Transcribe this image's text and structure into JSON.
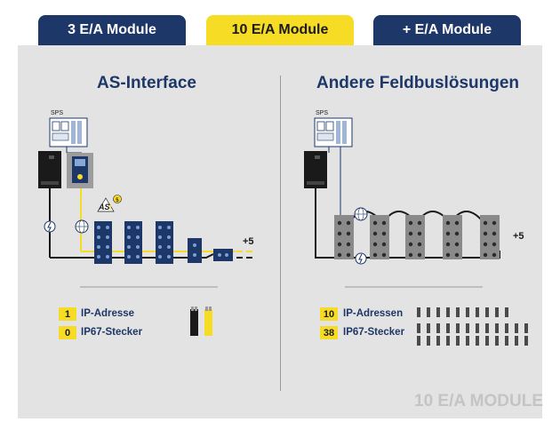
{
  "tabs": [
    {
      "label": "3 E/A Module",
      "active": false
    },
    {
      "label": "10 E/A Module",
      "active": true
    },
    {
      "label": "+ E/A Module",
      "active": false
    }
  ],
  "left": {
    "title": "AS-Interface",
    "sps_label": "SPS",
    "plus_label": "+5",
    "stats": [
      {
        "count": "1",
        "label": "IP-Adresse"
      },
      {
        "count": "0",
        "label": "IP67-Stecker"
      }
    ]
  },
  "right": {
    "title": "Andere Feldbuslösungen",
    "sps_label": "SPS",
    "plus_label": "+5",
    "stats": [
      {
        "count": "10",
        "label": "IP-Adressen"
      },
      {
        "count": "38",
        "label": "IP67-Stecker"
      }
    ]
  },
  "watermark": "10 E/A MODULE",
  "colors": {
    "navy": "#1d3768",
    "yellow": "#f6dc24",
    "panel": "#e3e3e3"
  }
}
